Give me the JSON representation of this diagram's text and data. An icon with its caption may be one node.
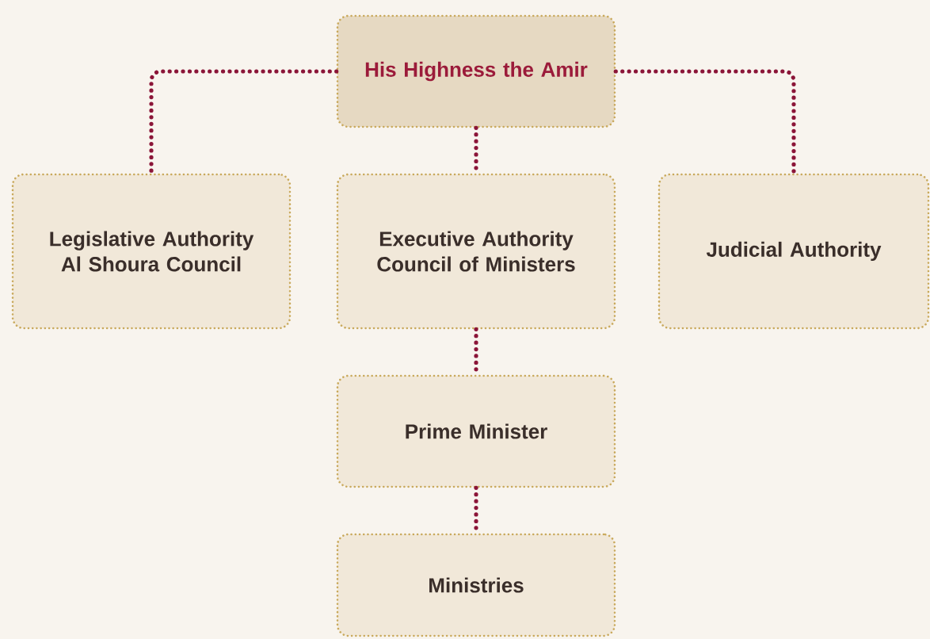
{
  "diagram": {
    "nodes": [
      {
        "text": [
          "His Highness the Amir"
        ]
      },
      {
        "text": [
          "Legislative Authority Al Shoura Council"
        ]
      },
      {
        "text": [
          "Executive Authority Council of Ministers"
        ]
      },
      {
        "text": [
          "Judicial Authority"
        ]
      },
      {
        "text": [
          "Prime Minister"
        ]
      },
      {
        "text": [
          "Ministries"
        ]
      }
    ],
    "edges": [
      {
        "from": 0,
        "to": 1,
        "arrow": "none"
      },
      {
        "from": 0,
        "to": 2,
        "arrow": "none"
      },
      {
        "from": 0,
        "to": 3,
        "arrow": "none"
      },
      {
        "from": 2,
        "to": 4,
        "arrow": "none"
      },
      {
        "from": 4,
        "to": 5,
        "arrow": "none"
      }
    ]
  }
}
